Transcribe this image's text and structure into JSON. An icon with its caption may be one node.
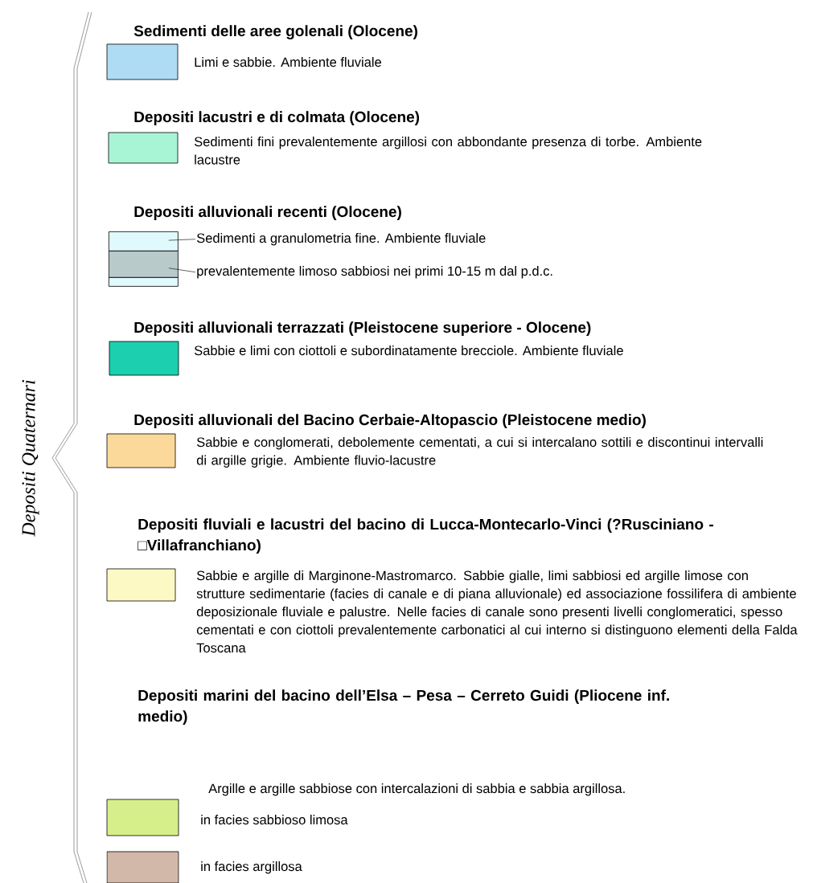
{
  "diagram": {
    "nodes": [
      {
        "text": [],
        "shape": "box"
      },
      {
        "text": [
          "Sedimenti a granulometria fine. Ambiente fluviale"
        ]
      },
      {
        "text": [],
        "shape": "box"
      },
      {
        "text": [
          "prevalentemente limoso sabbiosi nei primi 10-15 m dal p.d.c."
        ]
      },
      {
        "text": [],
        "shape": "box"
      }
    ],
    "edges": [
      {
        "from": 1,
        "to": 0,
        "arrow": "none"
      },
      {
        "from": 3,
        "to": 2,
        "arrow": "none"
      }
    ],
    "labels": [
      "Sedimenti delle aree golenali (Olocene)",
      "Depositi lacustri e di colmata (Olocene)",
      "Depositi alluvionali recenti (Olocene)",
      "Depositi alluvionali terrazzati (Pleistocene superiore - Olocene)",
      "Depositi alluvionali del Bacino Cerbaie-Altopascio (Pleistocene medio)",
      "Depositi fluviali e lacustri del bacino di Lucca-Montecarlo-Vinci (?Rusciniano -□Villafranchiano)",
      "Depositi marini del bacino dell’Elsa – Pesa – Cerreto Guidi (Pliocene inf. medio)",
      "Argille e argille sabbiose con intercalazioni di sabbia e sabbia argillosa.",
      "Depositi Quaternari"
    ],
    "legend": [
      {
        "text": "Limi e sabbie. Ambiente fluviale",
        "color": "#aedcf5"
      },
      {
        "text": "Sedimenti fini prevalentemente argillosi con abbondante presenza di torbe. Ambiente lacustre",
        "color": "#a8f5d6"
      },
      {
        "text": "Sabbie e limi con ciottoli e subordinatamente brecciole. Ambiente fluviale",
        "color": "#1ccfae"
      },
      {
        "text": "Sabbie e conglomerati, debolemente cementati, a cui si intercalano sottili e discontinui intervalli di argille grigie. Ambiente fluvio-lacustre",
        "color": "#fad99a"
      },
      {
        "text": "Sabbie e argille di Marginone-Mastromarco. Sabbie gialle, limi sabbiosi ed argille limose con strutture sedimentarie (facies di canale e di piana alluvionale) ed associazione fossilifera di ambiente deposizionale fluviale e palustre. Nelle facies di canale sono presenti livelli conglomeratici, spesso cementati e con ciottoli prevalentemente carbonatici al cui interno si distinguono elementi della Falda Toscana",
        "color": "#fdf9c4"
      },
      {
        "text": "in facies sabbioso limosa",
        "color": "#d7ef8a"
      },
      {
        "text": "in facies argillosa",
        "color": "#d2b8a8"
      }
    ]
  }
}
